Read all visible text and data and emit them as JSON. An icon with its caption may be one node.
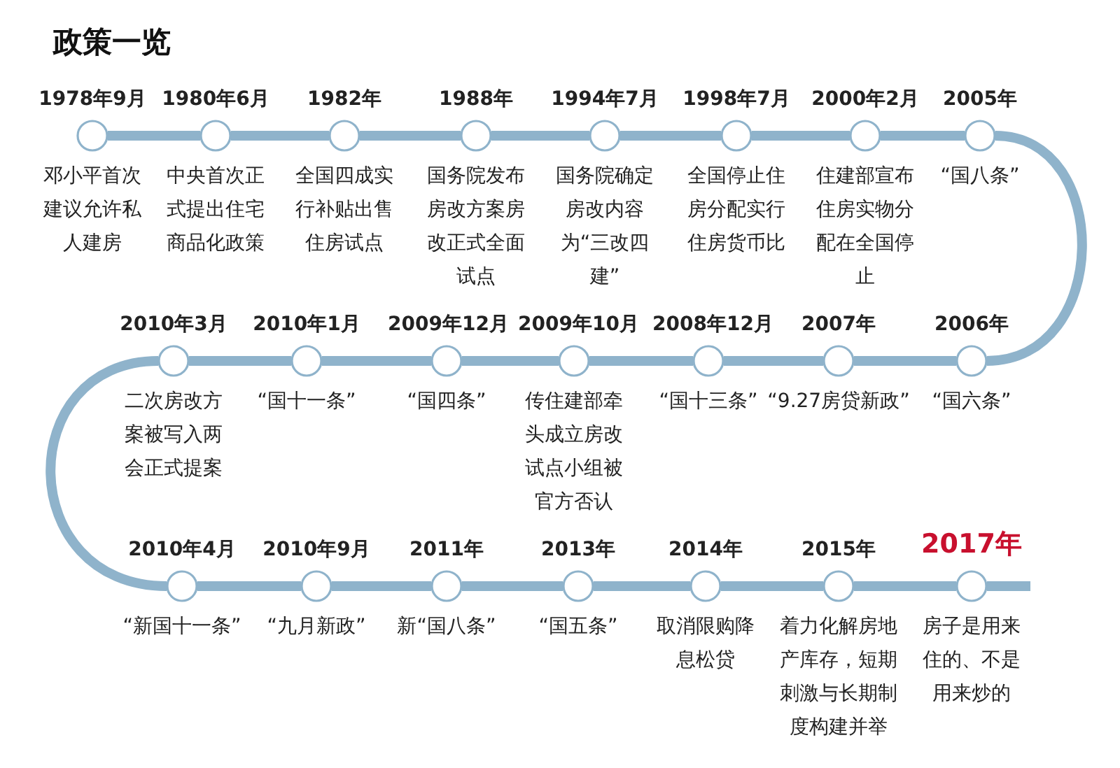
{
  "diagram": {
    "title": "政策一览",
    "nodes": [
      {
        "text": [
          "1978年9月",
          "邓小平首次建议允许私人建房"
        ]
      },
      {
        "text": [
          "1980年6月",
          "中央首次正式提出住宅商品化政策"
        ]
      },
      {
        "text": [
          "1982年",
          "全国四成实行补贴出售住房试点"
        ]
      },
      {
        "text": [
          "1988年",
          "国务院发布房改方案房改正式全面试点"
        ]
      },
      {
        "text": [
          "1994年7月",
          "国务院确定房改内容为“三改四建”"
        ]
      },
      {
        "text": [
          "1998年7月",
          "全国停止住房分配实行住房货币比"
        ]
      },
      {
        "text": [
          "2000年2月",
          "住建部宣布住房实物分配在全国停止"
        ]
      },
      {
        "text": [
          "2005年",
          "“国八条”"
        ]
      },
      {
        "text": [
          "2006年",
          "“国六条”"
        ]
      },
      {
        "text": [
          "2007年",
          "“9.27房贷新政”"
        ]
      },
      {
        "text": [
          "2008年12月",
          "“国十三条”"
        ]
      },
      {
        "text": [
          "2009年10月",
          "传住建部牵头成立房改试点小组被官方否认"
        ]
      },
      {
        "text": [
          "2009年12月",
          "“国四条”"
        ]
      },
      {
        "text": [
          "2010年1月",
          "“国十一条”"
        ]
      },
      {
        "text": [
          "2010年3月",
          "二次房改方案被写入两会正式提案"
        ]
      },
      {
        "text": [
          "2010年4月",
          "“新国十一条”"
        ]
      },
      {
        "text": [
          "2010年9月",
          "“九月新政”"
        ]
      },
      {
        "text": [
          "2011年",
          "新“国八条”"
        ]
      },
      {
        "text": [
          "2013年",
          "“国五条”"
        ]
      },
      {
        "text": [
          "2014年",
          "取消限购降息松贷"
        ]
      },
      {
        "text": [
          "2015年",
          "着力化解房地产库存，短期刺激与长期制度构建并举"
        ]
      },
      {
        "text": [
          "2017年",
          "房子是用来住的、不是用来炒的"
        ]
      }
    ],
    "edges": [
      {
        "from": 0,
        "to": 1,
        "arrow": "none"
      },
      {
        "from": 1,
        "to": 2,
        "arrow": "none"
      },
      {
        "from": 2,
        "to": 3,
        "arrow": "none"
      },
      {
        "from": 3,
        "to": 4,
        "arrow": "none"
      },
      {
        "from": 4,
        "to": 5,
        "arrow": "none"
      },
      {
        "from": 5,
        "to": 6,
        "arrow": "none"
      },
      {
        "from": 6,
        "to": 7,
        "arrow": "none"
      },
      {
        "from": 7,
        "to": 8,
        "arrow": "none"
      },
      {
        "from": 8,
        "to": 9,
        "arrow": "none"
      },
      {
        "from": 9,
        "to": 10,
        "arrow": "none"
      },
      {
        "from": 10,
        "to": 11,
        "arrow": "none"
      },
      {
        "from": 11,
        "to": 12,
        "arrow": "none"
      },
      {
        "from": 12,
        "to": 13,
        "arrow": "none"
      },
      {
        "from": 13,
        "to": 14,
        "arrow": "none"
      },
      {
        "from": 14,
        "to": 15,
        "arrow": "none"
      },
      {
        "from": 15,
        "to": 16,
        "arrow": "none"
      },
      {
        "from": 16,
        "to": 17,
        "arrow": "none"
      },
      {
        "from": 17,
        "to": 18,
        "arrow": "none"
      },
      {
        "from": 18,
        "to": 19,
        "arrow": "none"
      },
      {
        "from": 19,
        "to": 20,
        "arrow": "none"
      },
      {
        "from": 20,
        "to": 21,
        "arrow": "none"
      },
      {
        "from": 21,
        "to": null,
        "arrow": "none"
      }
    ]
  }
}
